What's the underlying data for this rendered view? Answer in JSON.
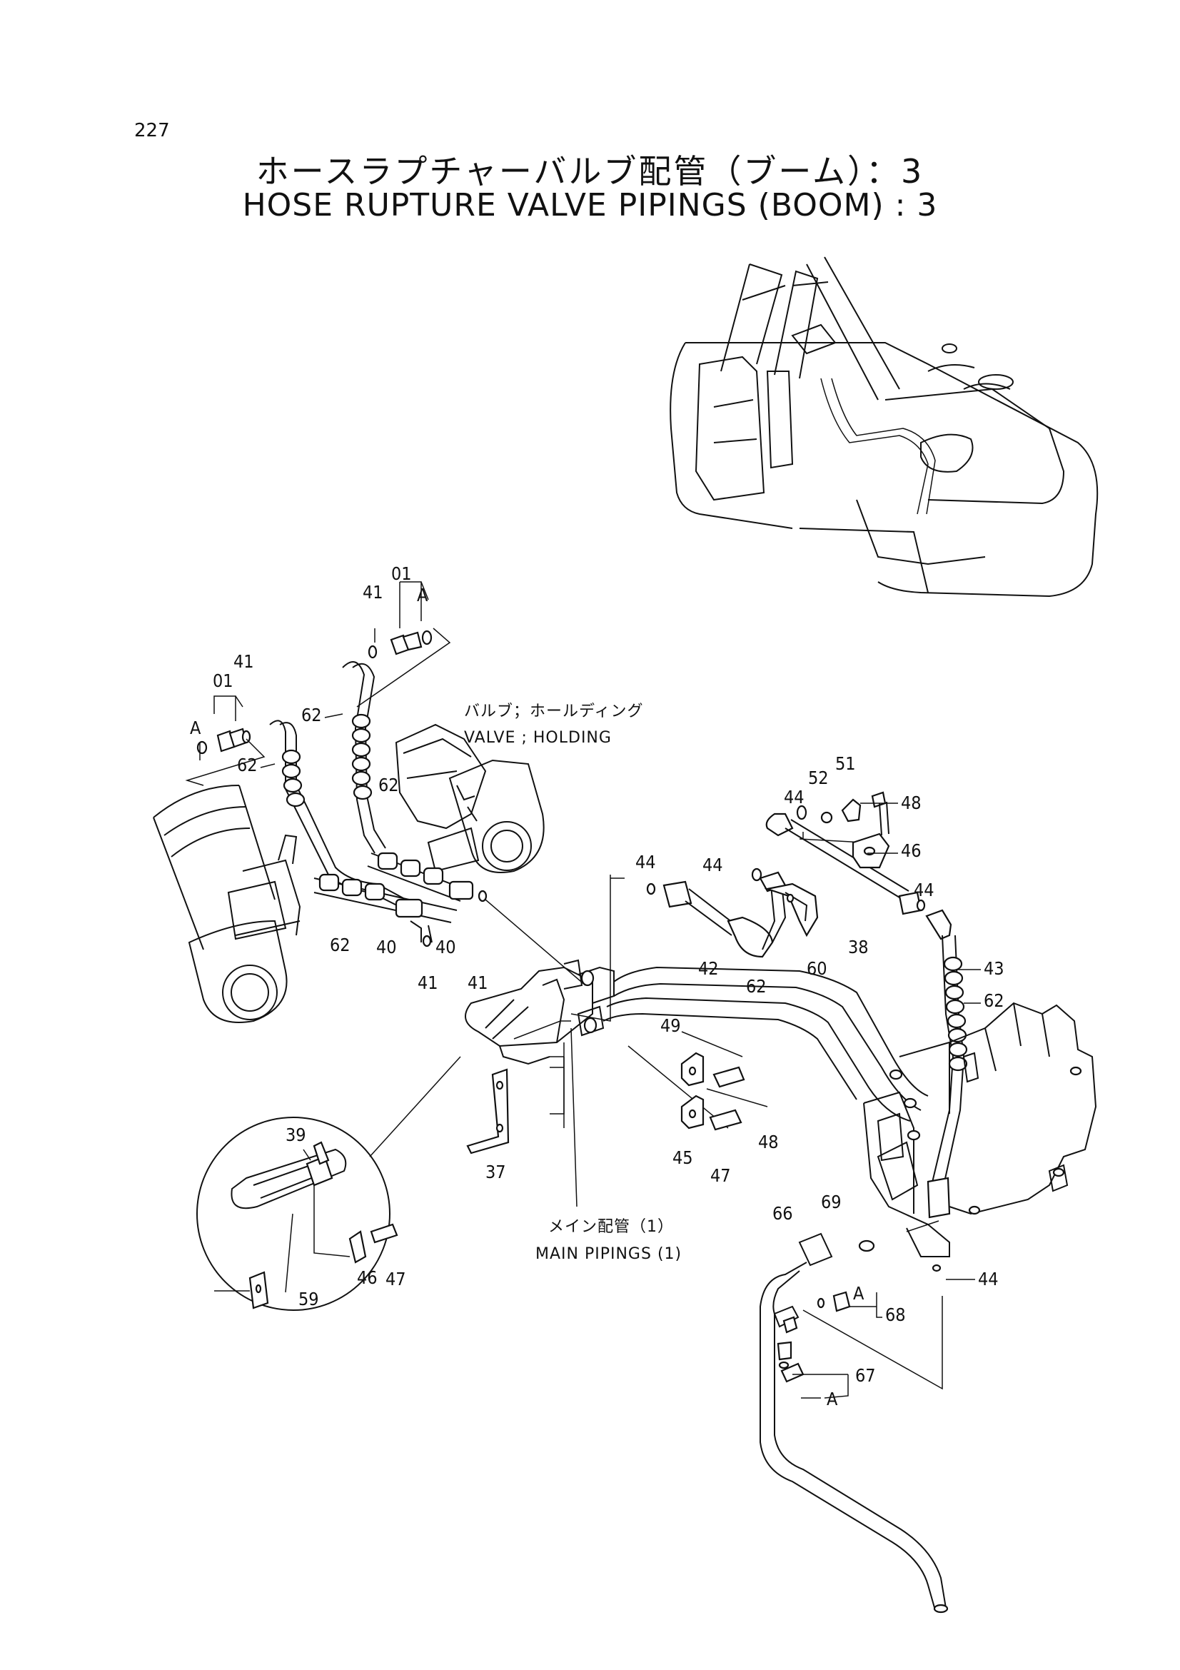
{
  "page_number": "227",
  "title_jp": "ホースラプチャーバルブ配管（ブーム）：3",
  "title_en": "HOSE RUPTURE VALVE PIPINGS (BOOM) : 3",
  "notes": {
    "valve_jp": "バルブ；ホールディング",
    "valve_en": "VALVE ; HOLDING",
    "main_jp": "メイン配管（1）",
    "main_en": "MAIN PIPINGS (1)"
  },
  "callouts": [
    {
      "id": "c01a",
      "text": "01"
    },
    {
      "id": "cAa",
      "text": "A"
    },
    {
      "id": "c41a",
      "text": "41"
    },
    {
      "id": "c01b",
      "text": "01"
    },
    {
      "id": "cAb",
      "text": "A"
    },
    {
      "id": "c41b",
      "text": "41"
    },
    {
      "id": "c62a",
      "text": "62"
    },
    {
      "id": "c62b",
      "text": "62"
    },
    {
      "id": "c62c",
      "text": "62"
    },
    {
      "id": "c62d",
      "text": "62"
    },
    {
      "id": "c40a",
      "text": "40"
    },
    {
      "id": "c41c",
      "text": "41"
    },
    {
      "id": "c40b",
      "text": "40"
    },
    {
      "id": "c41d",
      "text": "41"
    },
    {
      "id": "c44a",
      "text": "44"
    },
    {
      "id": "c44b",
      "text": "44"
    },
    {
      "id": "c42",
      "text": "42"
    },
    {
      "id": "c62e",
      "text": "62"
    },
    {
      "id": "c60",
      "text": "60"
    },
    {
      "id": "c44c",
      "text": "44"
    },
    {
      "id": "c52",
      "text": "52"
    },
    {
      "id": "c51",
      "text": "51"
    },
    {
      "id": "c48a",
      "text": "48"
    },
    {
      "id": "c46a",
      "text": "46"
    },
    {
      "id": "c44d",
      "text": "44"
    },
    {
      "id": "c38",
      "text": "38"
    },
    {
      "id": "c43",
      "text": "43"
    },
    {
      "id": "c62f",
      "text": "62"
    },
    {
      "id": "c49",
      "text": "49"
    },
    {
      "id": "c48b",
      "text": "48"
    },
    {
      "id": "c45",
      "text": "45"
    },
    {
      "id": "c47a",
      "text": "47"
    },
    {
      "id": "c37",
      "text": "37"
    },
    {
      "id": "c39",
      "text": "39"
    },
    {
      "id": "c46b",
      "text": "46"
    },
    {
      "id": "c47b",
      "text": "47"
    },
    {
      "id": "c59",
      "text": "59"
    },
    {
      "id": "c69",
      "text": "69"
    },
    {
      "id": "c66",
      "text": "66"
    },
    {
      "id": "c44e",
      "text": "44"
    },
    {
      "id": "cAc",
      "text": "A"
    },
    {
      "id": "c68",
      "text": "68"
    },
    {
      "id": "c67",
      "text": "67"
    },
    {
      "id": "cAd",
      "text": "A"
    }
  ]
}
